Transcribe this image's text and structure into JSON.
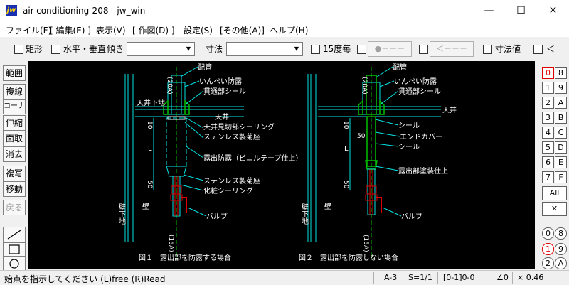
{
  "window": {
    "title": "air-conditioning-208 - jw_win",
    "icon_text": "jw"
  },
  "titlebar_buttons": {
    "minimize": "—",
    "maximize": "☐",
    "close": "✕"
  },
  "menu": [
    "ファイル(F)",
    "[ 編集(E) ]",
    "表示(V)",
    "[ 作図(D) ]",
    "設定(S)",
    "[その他(A)]",
    "ヘルプ(H)"
  ],
  "toolbar": {
    "rect_label": "矩形",
    "hv_label": "水平・垂直",
    "tilt_label": "傾き",
    "tilt_value": "",
    "dim_label": "寸法",
    "dim_value": "",
    "deg15_label": "15度毎",
    "btn_dot": "●－－－",
    "btn_arrow": "＜－－－",
    "dimval_label": "寸法値",
    "lt_label": "＜"
  },
  "left_tools": [
    "範囲",
    "複線",
    "コーナー",
    "伸縮",
    "面取",
    "消去",
    "複写",
    "移動",
    "戻る"
  ],
  "right_layers": {
    "row0": [
      "0",
      "8"
    ],
    "row1": [
      "1",
      "9"
    ],
    "row2": [
      "2",
      "A"
    ],
    "row3": [
      "3",
      "B"
    ],
    "row4": [
      "4",
      "C"
    ],
    "row5": [
      "5",
      "D"
    ],
    "row6": [
      "6",
      "E"
    ],
    "row7": [
      "7",
      "F"
    ],
    "all": "All",
    "x": "✕",
    "group": [
      "0",
      "8",
      "1",
      "9",
      "2",
      "A"
    ]
  },
  "drawing": {
    "fig1": {
      "caption": "図１　露出部を防露する場合",
      "labels": [
        "配管",
        "いんぺい防露",
        "貫通部シール",
        "天井下地",
        "天井",
        "天井見切部シーリング",
        "ステンレス製菊座",
        "露出防露（ビニルテープ仕上）",
        "ステンレス製菊座",
        "化粧シーリング",
        "バルブ",
        "壁下地",
        "壁"
      ],
      "dims": [
        "(20A)",
        "10",
        "L",
        "50",
        "(15A)"
      ]
    },
    "fig2": {
      "caption": "図２　露出部を防露しない場合",
      "labels": [
        "配管",
        "いんぺい防露",
        "貫通部シール",
        "天井",
        "シール",
        "エンドカバー",
        "シール",
        "露出部塗装仕上",
        "バルブ",
        "壁下地",
        "壁"
      ],
      "dims": [
        "(20A)",
        "10",
        "50",
        "L",
        "50",
        "(15A)"
      ]
    }
  },
  "status": {
    "message": "始点を指示してください (L)free (R)Read",
    "paper": "A-3",
    "scale": "S=1/1",
    "layer": "[0-1]0-0",
    "angle": "∠0",
    "mult": "× 0.46"
  },
  "colors": {
    "canvas": "#000000",
    "cyan": "#00e5e5",
    "white": "#ffffff",
    "green": "#00c000",
    "red": "#e00000",
    "magenta": "#e000e0",
    "yellow": "#e0e000"
  }
}
